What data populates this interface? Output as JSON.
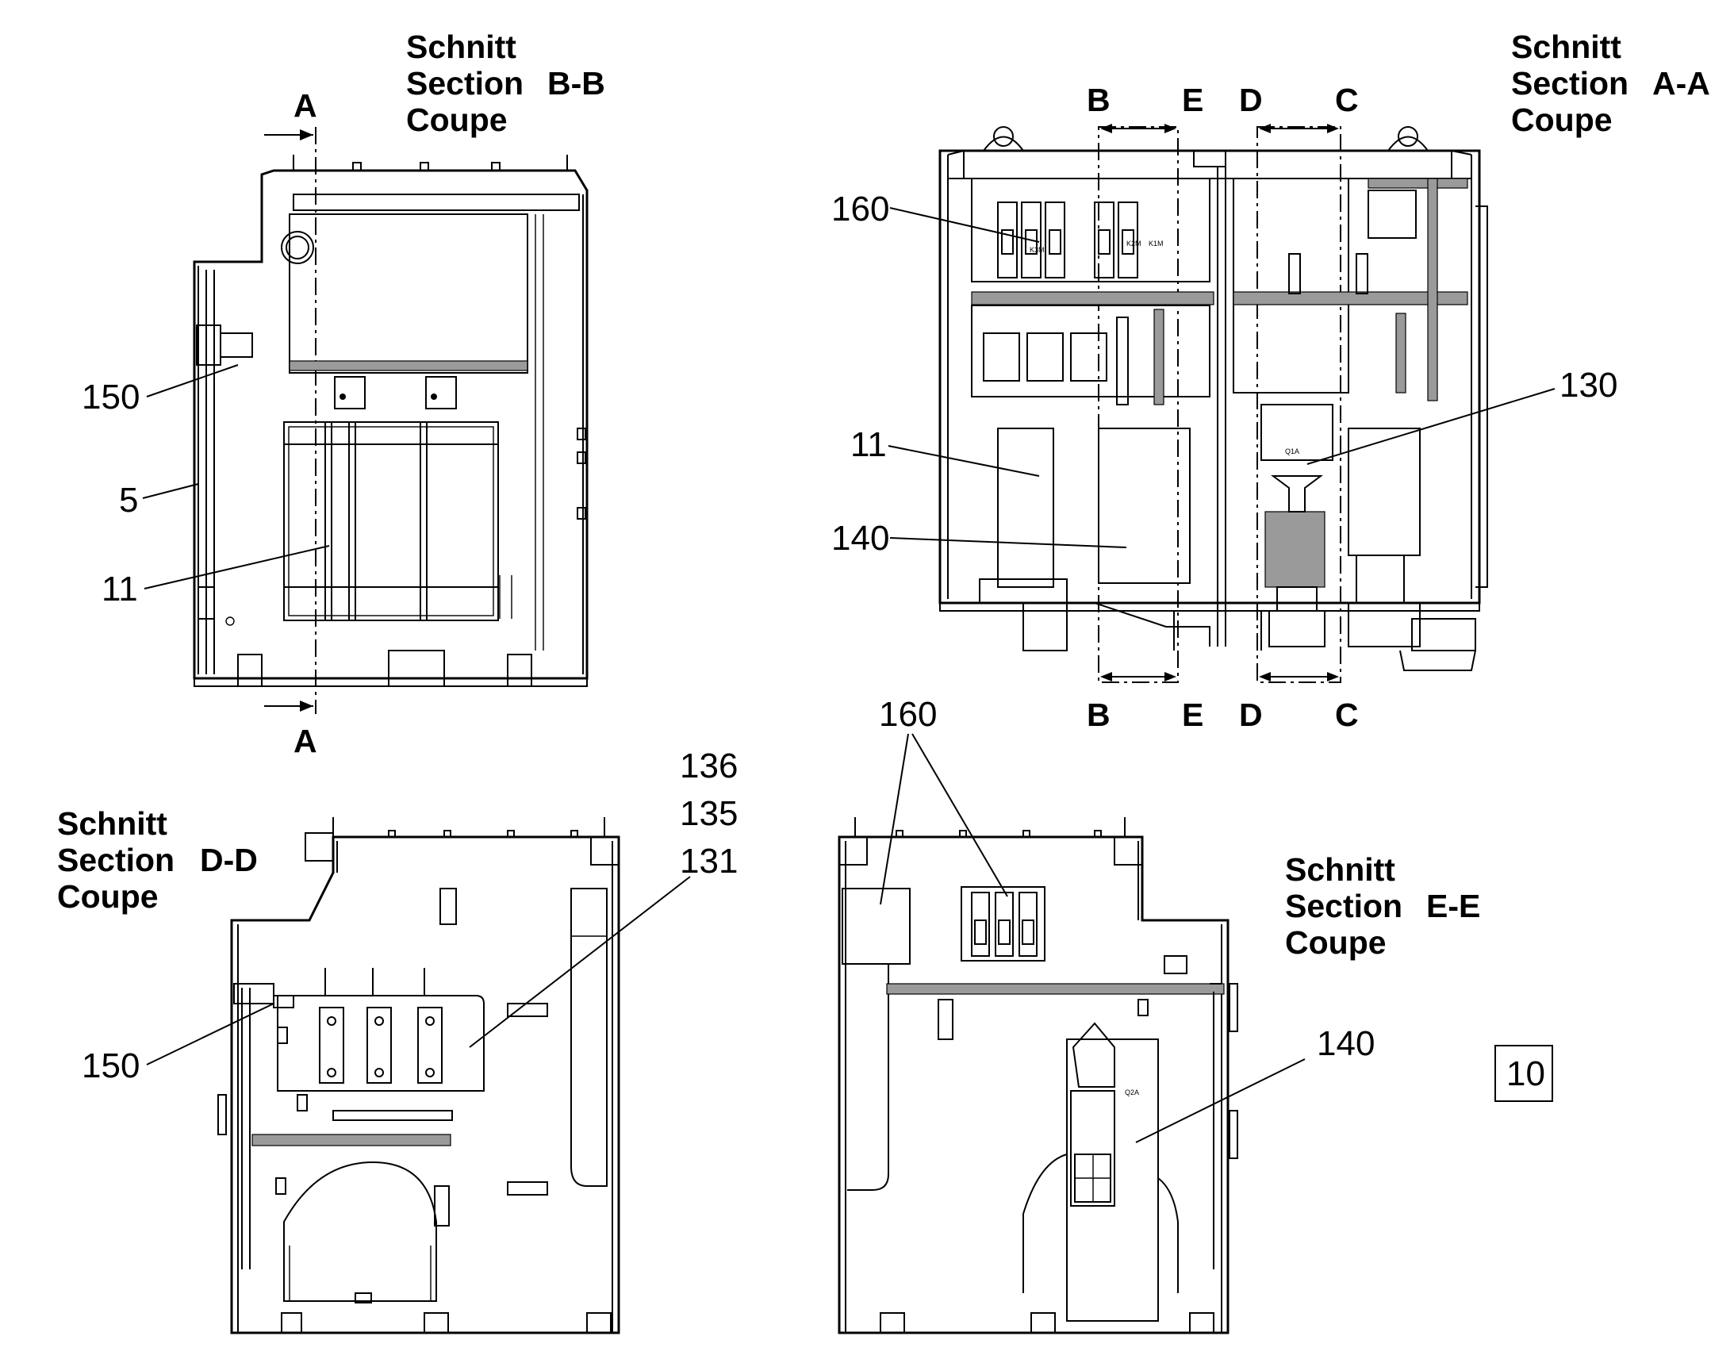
{
  "sections": {
    "bb": {
      "l1": "Schnitt",
      "l2": "Section",
      "l3": "Coupe",
      "id": "B-B"
    },
    "aa": {
      "l1": "Schnitt",
      "l2": "Section",
      "l3": "Coupe",
      "id": "A-A"
    },
    "dd": {
      "l1": "Schnitt",
      "l2": "Section",
      "l3": "Coupe",
      "id": "D-D"
    },
    "ee": {
      "l1": "Schnitt",
      "l2": "Section",
      "l3": "Coupe",
      "id": "E-E"
    }
  },
  "cut_marks": {
    "a_top": "A",
    "a_bottom": "A",
    "b_top": "B",
    "e_top": "E",
    "d_top": "D",
    "c_top": "C",
    "b_bottom": "B",
    "e_bottom": "E",
    "d_bottom": "D",
    "c_bottom": "C"
  },
  "callouts": {
    "bb_150": "150",
    "bb_5": "5",
    "bb_11": "11",
    "aa_160": "160",
    "aa_11": "11",
    "aa_140": "140",
    "aa_130": "130",
    "dd_136": "136",
    "dd_135": "135",
    "dd_131": "131",
    "dd_150": "150",
    "ee_160": "160",
    "ee_140": "140"
  },
  "component_labels": {
    "k3m": "K3M",
    "k2m": "K2M",
    "k1m": "K1M",
    "q1a": "Q1A",
    "q2a": "Q2A"
  },
  "page_number": "10"
}
